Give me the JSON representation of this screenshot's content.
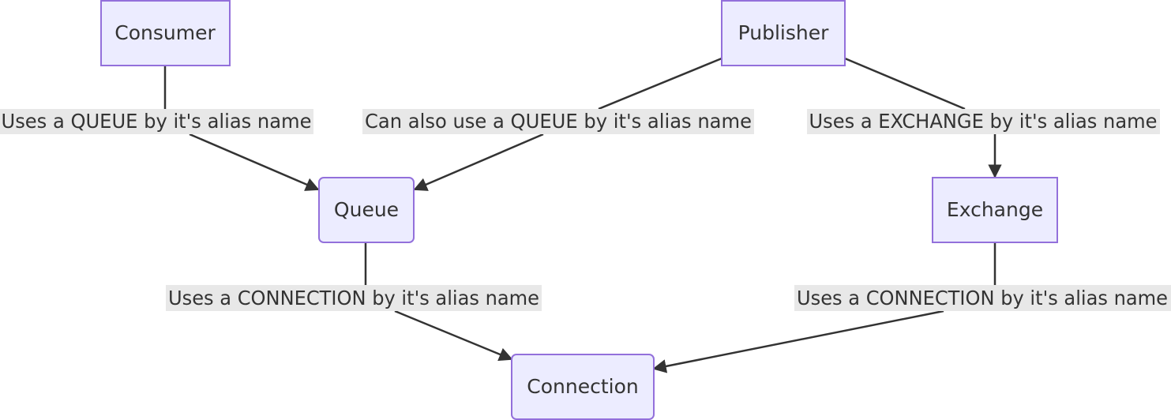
{
  "nodes": {
    "consumer": "Consumer",
    "publisher": "Publisher",
    "queue": "Queue",
    "exchange": "Exchange",
    "connection": "Connection"
  },
  "edges": {
    "consumer_queue": "Uses a QUEUE by it's alias name",
    "publisher_queue": "Can also use a QUEUE by it's alias name",
    "publisher_exchange": "Uses a EXCHANGE by it's alias name",
    "queue_connection": "Uses a CONNECTION by it's alias name",
    "exchange_connection": "Uses a CONNECTION by it's alias name"
  },
  "colors": {
    "node_fill": "#ececff",
    "node_stroke": "#9370db",
    "edge": "#333333",
    "label_bg": "#e8e8e8",
    "text": "#333333"
  }
}
